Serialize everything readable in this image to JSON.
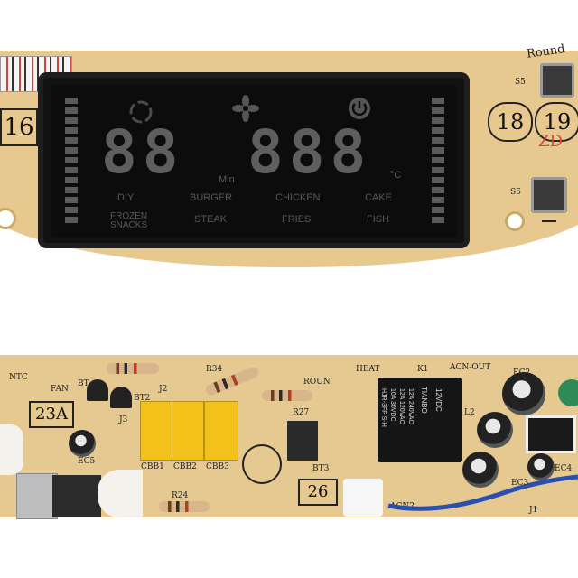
{
  "top_board": {
    "numbers": [
      "16",
      "18",
      "19"
    ],
    "button_labels": [
      "S5",
      "S6"
    ],
    "partial_label": "Round",
    "red_mark": "ZD",
    "display": {
      "digits_left": "88",
      "digits_right": "888",
      "unit_min": "Min",
      "unit_deg": "°C",
      "menu": [
        "DIY",
        "BURGER",
        "CHICKEN",
        "CAKE",
        "FROZEN",
        "SNACKS",
        "STEAK",
        "FRIES",
        "FISH"
      ]
    }
  },
  "bottom_board": {
    "labels": {
      "ntc": "NTC",
      "fan": "FAN",
      "bt": "BT",
      "bt2": "BT2",
      "j2": "J2",
      "j3": "J3",
      "r34": "R34",
      "round": "ROUN",
      "heat": "HEAT",
      "k1": "K1",
      "acn_out": "ACN-OUT",
      "ec2": "EC2",
      "l2": "L2",
      "ec4": "EC4",
      "ec3": "EC3",
      "ec5": "EC5",
      "r27": "R27",
      "bt3": "BT3",
      "r24": "R24",
      "acn2": "ACN2",
      "j1": "J1",
      "cbb1": "CBB1",
      "cbb2": "CBB2",
      "cbb3": "CBB3"
    },
    "numbers": [
      "23A",
      "26"
    ],
    "relay": {
      "brand": "TIANBO",
      "voltage": "12VDC",
      "ratings": [
        "12A 240VAC",
        "12A 120VAC",
        "10A 30VDC"
      ],
      "model": "HJR-3FF-S-H"
    }
  }
}
